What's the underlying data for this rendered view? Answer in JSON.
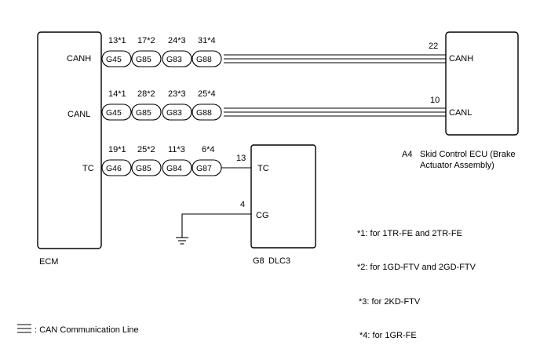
{
  "ecm": {
    "name": "ECM",
    "pins": {
      "canh": "CANH",
      "canl": "CANL",
      "tc": "TC"
    }
  },
  "rows": {
    "canh": {
      "codes": [
        "13*1",
        "17*2",
        "24*3",
        "31*4"
      ],
      "connectors": [
        "G45",
        "G85",
        "G83",
        "G88"
      ]
    },
    "canl": {
      "codes": [
        "14*1",
        "28*2",
        "23*3",
        "25*4"
      ],
      "connectors": [
        "G45",
        "G85",
        "G83",
        "G88"
      ]
    },
    "tc": {
      "codes": [
        "19*1",
        "25*2",
        "11*3",
        "6*4"
      ],
      "connectors": [
        "G46",
        "G85",
        "G84",
        "G87"
      ]
    }
  },
  "skid_ecu": {
    "id": "A4",
    "name_line1": "Skid Control ECU (Brake",
    "name_line2": "Actuator Assembly)",
    "pin_canh": "CANH",
    "pin_canl": "CANL",
    "pin_canh_num": "22",
    "pin_canl_num": "10"
  },
  "dlc3": {
    "id": "G8",
    "name": "DLC3",
    "pin_tc": "TC",
    "pin_cg": "CG",
    "pin_tc_num": "13",
    "pin_cg_num": "4"
  },
  "notes": [
    "*1: for 1TR-FE and 2TR-FE",
    "*2: for 1GD-FTV and 2GD-FTV",
    "*3: for 2KD-FTV",
    "*4: for 1GR-FE"
  ],
  "legend": {
    "label": ": CAN Communication Line"
  }
}
